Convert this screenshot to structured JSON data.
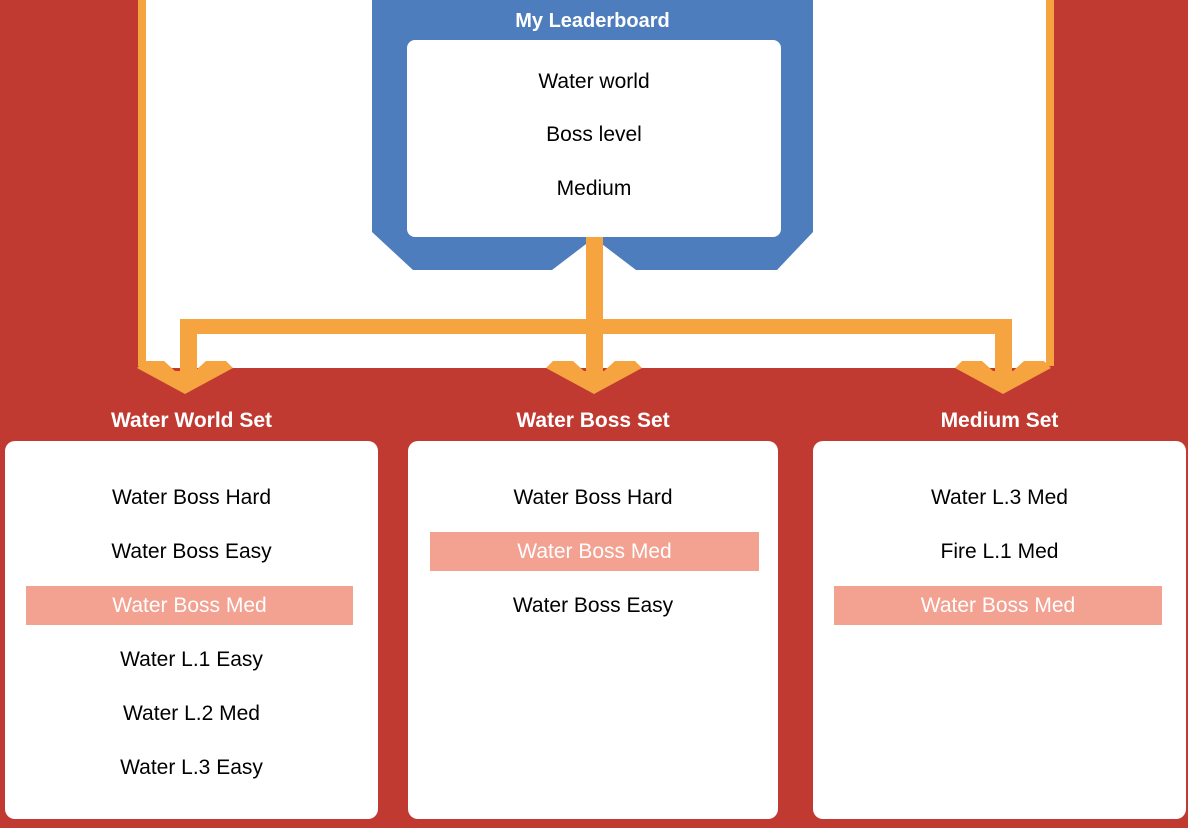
{
  "colors": {
    "background_red": "#c03a31",
    "node_blue": "#4d7dbd",
    "connector_orange": "#f5a440",
    "highlight_salmon": "#f3a191",
    "card_white": "#ffffff",
    "text_black": "#000000",
    "text_white": "#ffffff"
  },
  "root_node": {
    "title": "My Leaderboard",
    "fields": [
      {
        "label": "Water world"
      },
      {
        "label": "Boss level"
      },
      {
        "label": "Medium"
      }
    ]
  },
  "sets": [
    {
      "title": "Water World Set",
      "items": [
        {
          "label": "Water Boss Hard",
          "highlighted": false
        },
        {
          "label": "Water Boss Easy",
          "highlighted": false
        },
        {
          "label": "Water Boss Med",
          "highlighted": true
        },
        {
          "label": "Water L.1 Easy",
          "highlighted": false
        },
        {
          "label": "Water L.2 Med",
          "highlighted": false
        },
        {
          "label": "Water L.3 Easy",
          "highlighted": false
        }
      ]
    },
    {
      "title": "Water Boss Set",
      "items": [
        {
          "label": "Water Boss Hard",
          "highlighted": false
        },
        {
          "label": "Water Boss Med",
          "highlighted": true
        },
        {
          "label": "Water Boss Easy",
          "highlighted": false
        }
      ]
    },
    {
      "title": "Medium Set",
      "items": [
        {
          "label": "Water L.3 Med",
          "highlighted": false
        },
        {
          "label": "Fire L.1 Med",
          "highlighted": false
        },
        {
          "label": "Water Boss Med",
          "highlighted": true
        }
      ]
    }
  ]
}
